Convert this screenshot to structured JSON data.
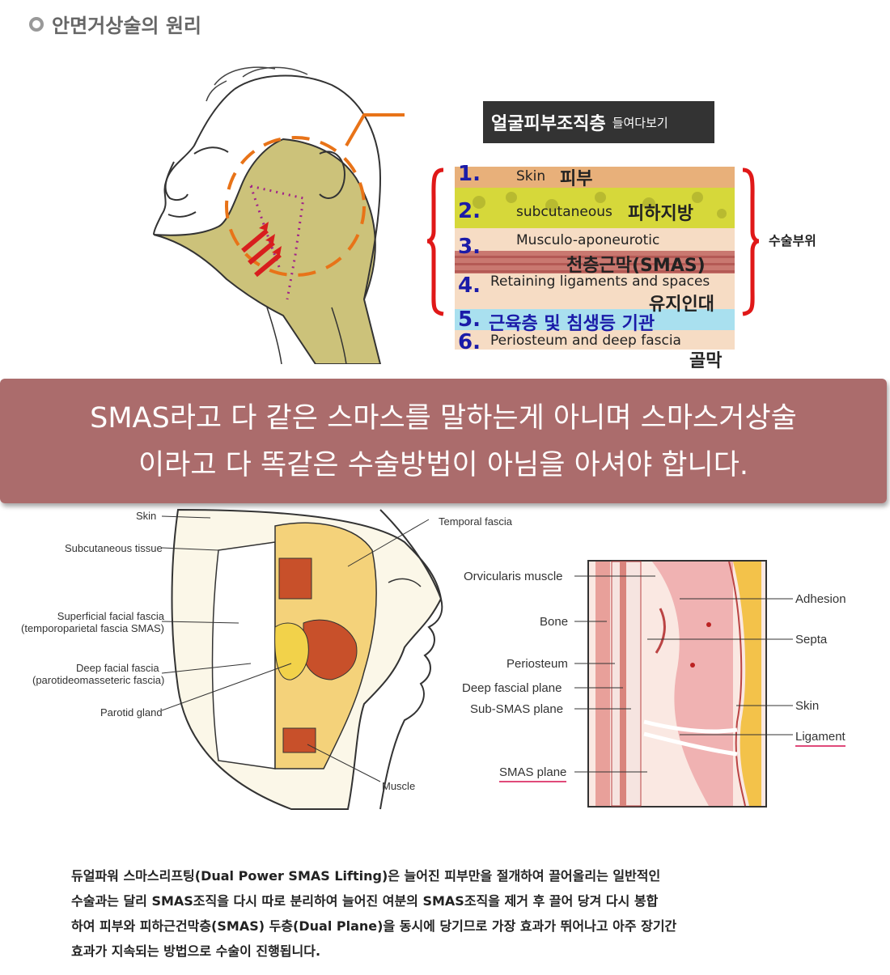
{
  "header": {
    "title": "안면거상술의 원리"
  },
  "callout": {
    "main": "얼굴피부조직층",
    "sub": "들여다보기"
  },
  "layers": [
    {
      "num": "1.",
      "en": "Skin",
      "ko": "피부"
    },
    {
      "num": "2.",
      "en": "subcutaneous",
      "ko": "피하지방"
    },
    {
      "num": "3.",
      "en": "Musculo-aponeurotic",
      "ko": "천층근막(SMAS)"
    },
    {
      "num": "4.",
      "en": "Retaining ligaments and spaces",
      "ko": "유지인대"
    },
    {
      "num": "5.",
      "en": "",
      "ko": "근육층 및 침생등 기관"
    },
    {
      "num": "6.",
      "en": "Periosteum and deep fascia",
      "ko": "골막"
    }
  ],
  "surgery_area": "수술부위",
  "banner": {
    "line1": "SMAS라고 다 같은 스마스를 말하는게 아니며 스마스거상술",
    "line2": "이라고 다 똑같은 수술방법이 아님을 아셔야 합니다."
  },
  "face_labels": {
    "skin": "Skin",
    "subcutaneous": "Subcutaneous tissue",
    "superficial1": "Superficial facial fascia",
    "superficial2": "(temporoparietal fascia SMAS)",
    "deep1": "Deep facial fascia",
    "deep2": "(parotideomasseteric fascia)",
    "parotid": "Parotid gland",
    "temporal": "Temporal fascia",
    "muscle": "Muscle"
  },
  "section_labels": {
    "orbicularis": "Orvicularis muscle",
    "bone": "Bone",
    "periosteum": "Periosteum",
    "deep_plane": "Deep fascial plane",
    "sub_smas": "Sub-SMAS plane",
    "smas_plane": "SMAS plane",
    "adhesion": "Adhesion",
    "septa": "Septa",
    "skin": "Skin",
    "ligament": "Ligament"
  },
  "description": [
    "듀얼파워 스마스리프팅(Dual Power SMAS Lifting)은 늘어진 피부만을 절개하여 끌어올리는 일반적인",
    "수술과는 달리 SMAS조직을 다시 따로 분리하여 늘어진 여분의 SMAS조직을 제거 후 끌어 당겨 다시 봉합",
    "하여 피부와 피하근건막층(SMAS) 두층(Dual Plane)을 동시에 당기므로 가장 효과가 뛰어나고 아주 장기간",
    "효과가 지속되는 방법으로 수술이 진행됩니다."
  ],
  "colors": {
    "skin_layer": "#e8b07a",
    "fat_layer": "#d6d83a",
    "smas_layer": "#c97870",
    "ligament_layer": "#f6dcc4",
    "muscle_layer": "#a9e0ef",
    "periosteum_layer": "#f6dcc4",
    "bracket": "#e01818",
    "number": "#1b1ba8",
    "banner": "#a46060",
    "leader": "#e87318"
  }
}
